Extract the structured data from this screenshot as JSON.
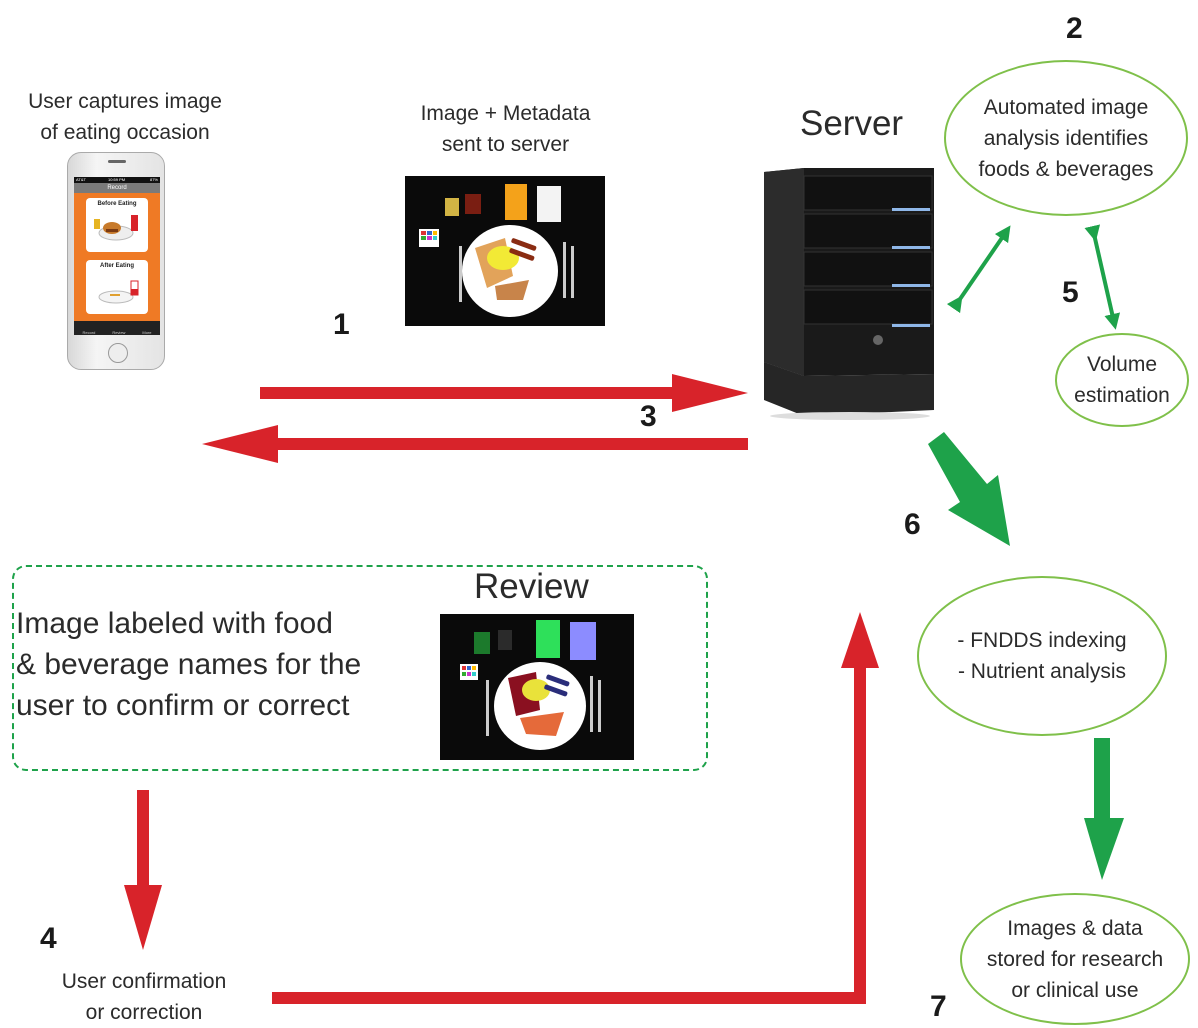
{
  "user_capture": "User captures image\nof eating occasion",
  "image_sent": "Image + Metadata\nsent to server",
  "server_title": "Server",
  "automated": "Automated image\nanalysis identifies\nfoods & beverages",
  "volume": "Volume\nestimation",
  "fndds": "- FNDDS indexing\n- Nutrient analysis",
  "stored": "Images & data\nstored for research\nor clinical use",
  "review_title": "Review",
  "review_text": "Image labeled with food\n& beverage names for the\nuser to confirm or correct",
  "user_confirm": "User confirmation\nor correction",
  "steps": [
    "1",
    "2",
    "3",
    "4",
    "5",
    "6",
    "7"
  ],
  "phone": {
    "status_left": "AT&T",
    "status_time": "10:59 PM",
    "status_right": "87%",
    "nav_title": "Record",
    "before": "Before Eating",
    "after": "After Eating",
    "tabs": [
      "Record",
      "Review",
      "More"
    ]
  },
  "colors": {
    "red": "#d8232a",
    "green": "#1ea24a",
    "ellipse": "#7fc04a"
  }
}
